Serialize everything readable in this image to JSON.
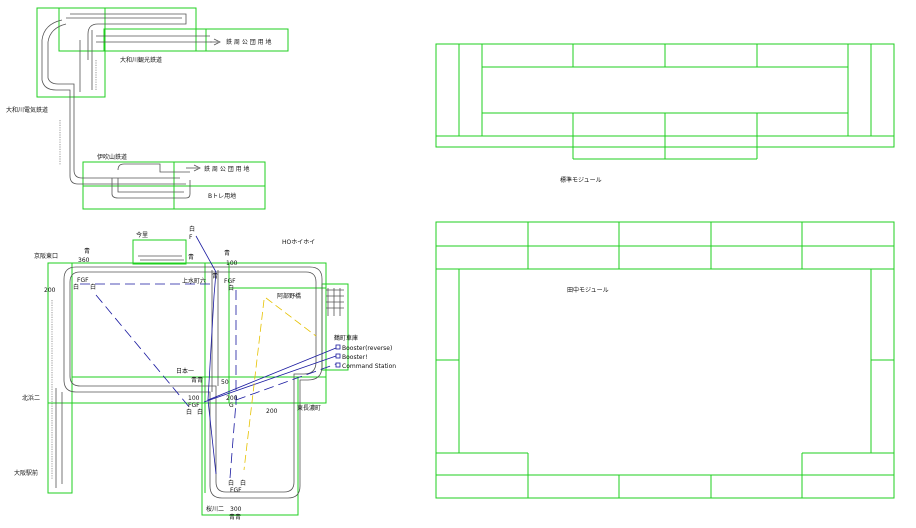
{
  "colors": {
    "module_outline": "#1fcf1f",
    "track": "#555555",
    "wiring": "#1a1aa0",
    "feeder": "#e6c200",
    "text": "#111111"
  },
  "top_left_plan": {
    "labels": {
      "kanko_line": "大和川観光鉄道",
      "denki_line": "大和川電気鉄道",
      "ibuki_line": "伊吹山鉄道",
      "park_site_upper": "鉄 周 公 団 用 地",
      "park_site_lower": "鉄 周 公 団 用 地",
      "btore_site": "Bトレ用地"
    }
  },
  "main_layout": {
    "stations": {
      "imasato": "今里",
      "keihan_higashiguchi": "京阪東口",
      "ho_hoihoi": "HOホイホイ",
      "kamimizucho_roku": "上水町六",
      "hibita_shishita": "阿部野橋",
      "shikicho_kakai": "鶴町車庫",
      "nihon_ichi": "日本一",
      "kitahama_ni": "北浜二",
      "higashi_hanazono": "東長濃町",
      "osaka_ekimae": "大阪駅前",
      "sakuragawa_ni": "桜川二"
    },
    "annotations": {
      "w_top": "白",
      "f_top": "F",
      "ao_top": "青",
      "ao_top2": "青",
      "num_360": "360",
      "ao_mid": "青",
      "ao_right": "青",
      "num_100_top": "100",
      "fgf_left": "FGF",
      "w_left": "白",
      "w_left2": "白",
      "num_200_left": "200",
      "ao_kamimizu": "青",
      "fgf_kamimizu": "FGF",
      "w_kamimizu": "白",
      "ao_center": "青青",
      "num_50": "50",
      "num_100_center": "100",
      "fgf_center": "FGF",
      "num_200_center": "200",
      "g_center": "G",
      "w_center": "白",
      "w_center2": "白",
      "num_200_right": "200",
      "w_bottom": "白",
      "w_bottom2": "白",
      "fgf_bottom": "FGF",
      "num_300": "300",
      "ao_bottom": "青青"
    },
    "boosters": {
      "reverse": "Booster(reverse)",
      "booster": "Booster!",
      "command": "Command Station"
    }
  },
  "right_modules": {
    "upper_caption": "標準モジュール",
    "lower_caption": "田中モジュール"
  }
}
